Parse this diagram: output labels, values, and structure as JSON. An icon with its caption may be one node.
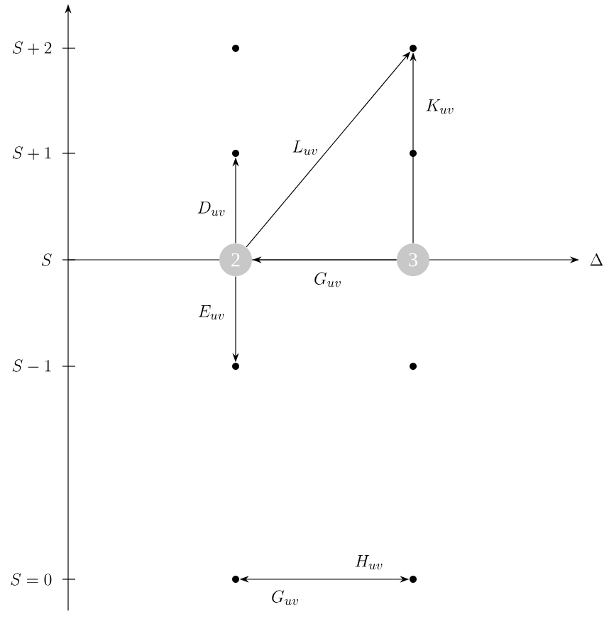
{
  "diagram": {
    "nodes": [
      {
        "text": [],
        "shape": "dot"
      },
      {
        "text": [],
        "shape": "dot"
      },
      {
        "text": [],
        "shape": "dot"
      },
      {
        "text": [],
        "shape": "dot"
      },
      {
        "text": [
          "2"
        ]
      },
      {
        "text": [
          "3"
        ]
      },
      {
        "text": [],
        "shape": "dot"
      },
      {
        "text": [],
        "shape": "dot"
      },
      {
        "text": [],
        "shape": "dot"
      },
      {
        "text": [],
        "shape": "dot"
      }
    ],
    "edges": [
      {
        "from": 4,
        "to": 2,
        "arrow": "to",
        "label": "D_{uv}"
      },
      {
        "from": 4,
        "to": 6,
        "arrow": "to",
        "label": "E_{uv}"
      },
      {
        "from": 5,
        "to": 4,
        "arrow": "to",
        "label": "G_{uv}"
      },
      {
        "from": 4,
        "to": 1,
        "arrow": "to",
        "label": "L_{uv}"
      },
      {
        "from": 5,
        "to": 1,
        "arrow": "to",
        "label": "K_{uv}"
      },
      {
        "from": 8,
        "to": 9,
        "arrow": "both",
        "label": "H_{uv}"
      }
    ],
    "labels": [
      "S+2",
      "S+1",
      "S",
      "\\Delta",
      "S-1",
      "S=0",
      "G_{uv}"
    ]
  }
}
